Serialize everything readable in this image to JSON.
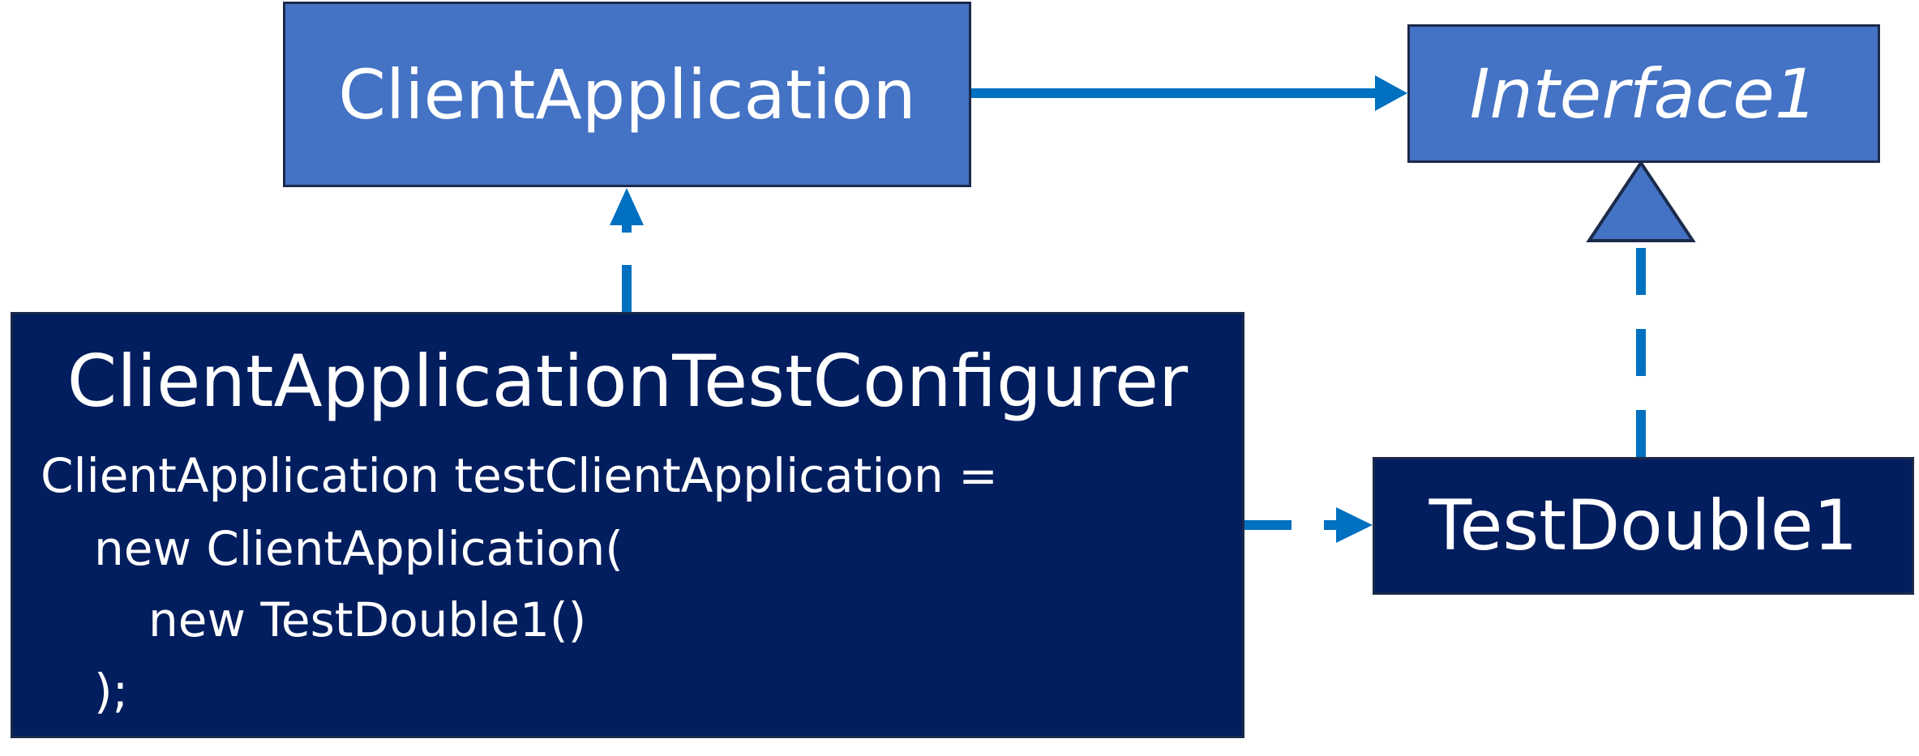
{
  "diagram": {
    "client_application": {
      "label": "ClientApplication"
    },
    "interface": {
      "label": "Interface1"
    },
    "test_double": {
      "label": "TestDouble1"
    },
    "configurer": {
      "title": "ClientApplicationTestConfigurer",
      "code_lines": [
        "ClientApplication testClientApplication =",
        "new ClientApplication(",
        "new TestDouble1()",
        ");"
      ]
    },
    "colors": {
      "light_box": "#4472c4",
      "dark_box": "#031e5e",
      "connector": "#0070c0",
      "border": "#1b2a4a"
    }
  }
}
